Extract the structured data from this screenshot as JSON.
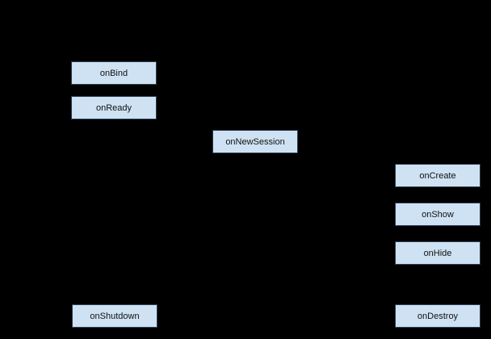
{
  "diagram": {
    "nodes": [
      {
        "id": "onbind",
        "label": "onBind"
      },
      {
        "id": "onready",
        "label": "onReady"
      },
      {
        "id": "onnewsession",
        "label": "onNewSession"
      },
      {
        "id": "oncreate",
        "label": "onCreate"
      },
      {
        "id": "onshow",
        "label": "onShow"
      },
      {
        "id": "onhide",
        "label": "onHide"
      },
      {
        "id": "onshutdown",
        "label": "onShutdown"
      },
      {
        "id": "ondestroy",
        "label": "onDestroy"
      }
    ],
    "colors": {
      "background": "#000000",
      "node_fill": "#cfe2f3",
      "node_border": "#2e3c50",
      "node_text": "#111111"
    }
  }
}
